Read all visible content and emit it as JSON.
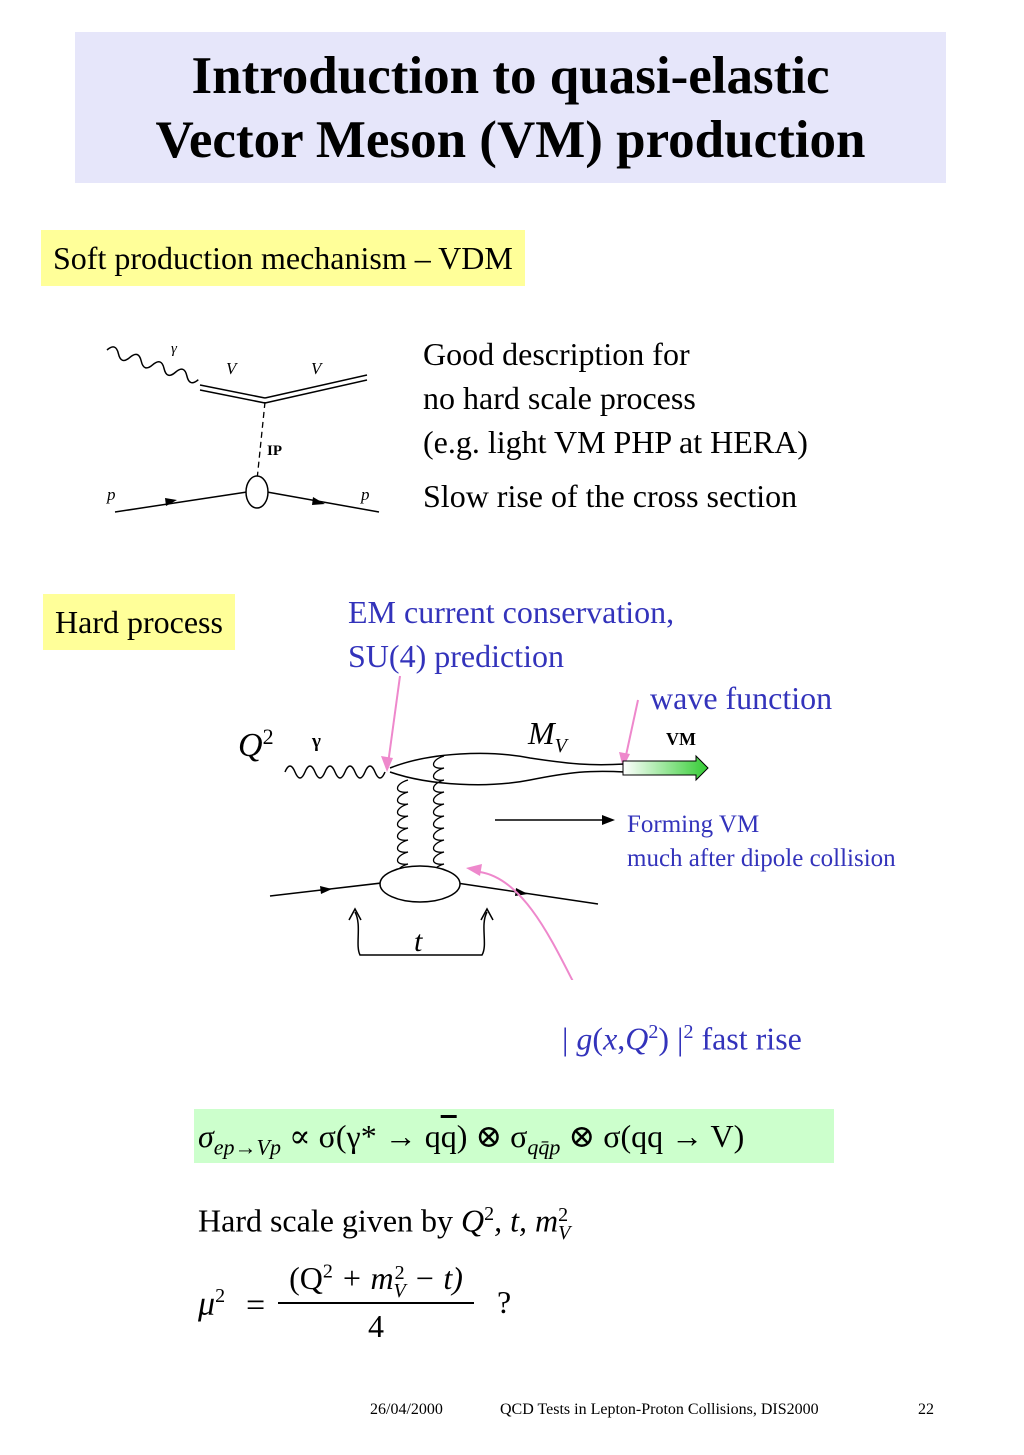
{
  "title": {
    "line1": "Introduction to quasi-elastic",
    "line2": "Vector Meson (VM) production"
  },
  "soft": {
    "heading": "Soft production mechanism – VDM",
    "diagram": {
      "gamma": "γ",
      "v1": "V",
      "v2": "V",
      "pomeron": "IP",
      "p_in": "p",
      "p_out": "p"
    },
    "desc_lines": [
      "Good description for",
      "no hard scale process",
      "(e.g. light VM PHP at HERA)"
    ],
    "slow_rise": "Slow rise of the cross section"
  },
  "hard": {
    "heading": "Hard process",
    "em_note": [
      "EM current conservation,",
      "SU(4) prediction"
    ],
    "wave_function": "wave function",
    "q2": "Q",
    "q2_sup": "2",
    "gamma": "γ",
    "mv": "M",
    "mv_sub": "V",
    "vm_label": "VM",
    "forming_vm": [
      "Forming VM",
      "much after dipole collision"
    ],
    "t_label": "t",
    "gluon_note": {
      "bar": "| ",
      "g": "g",
      "paren_open": "(",
      "x": "x",
      "comma": ",",
      "Q": "Q",
      "sup2": "2",
      "paren_close": ") |",
      "sup2b": "2",
      "rest": " fast rise"
    },
    "arrow_color": "#ee88cc",
    "vm_arrow_color": "#33cc33"
  },
  "equations": {
    "cross_section": {
      "sigma": "σ",
      "sub1": "ep→Vp",
      "propto": " ∝ σ(γ* → q",
      "qbar": "q",
      "mid": ") ⊗ σ",
      "sub2": "qq̄p",
      "end": " ⊗ σ(qq → V)"
    },
    "hard_scale": {
      "prefix": "Hard scale given  by ",
      "Q": "Q",
      "sup": "2",
      "rest": ", t, m",
      "m_sup": "2",
      "m_sub": "V"
    },
    "mu": {
      "lhs": "μ",
      "lhs_sup": "2",
      "eq": "=",
      "num_open": "(Q",
      "num_sup": "2",
      "num_plus": " + m",
      "num_sup2": "2",
      "num_sub": "V",
      "num_end": " − t)",
      "den": "4",
      "q": "?"
    }
  },
  "footer": {
    "date": "26/04/2000",
    "conference": "QCD Tests in Lepton-Proton Collisions, DIS2000",
    "page": "22"
  }
}
